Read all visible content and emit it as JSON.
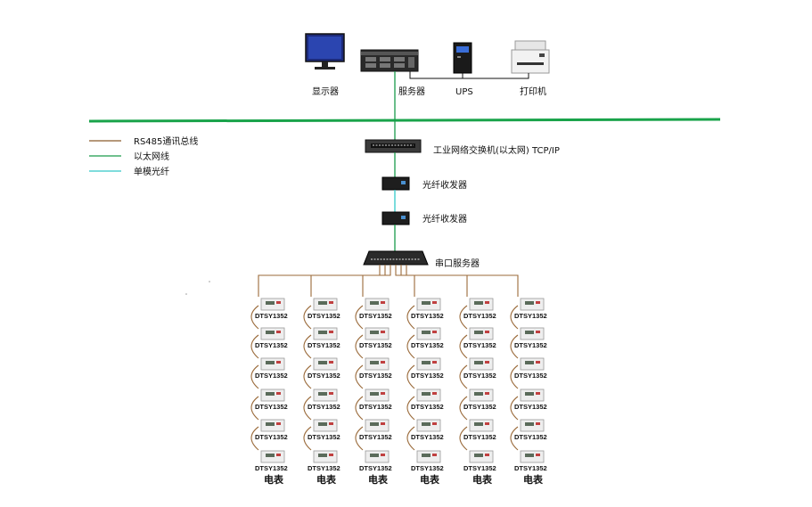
{
  "devices": {
    "monitor": "显示器",
    "server": "服务器",
    "ups": "UPS",
    "printer": "打印机",
    "switch": "工业网络交换机(以太网) TCP/IP",
    "converter1": "光纤收发器",
    "converter2": "光纤收发器",
    "serial_server": "串口服务器"
  },
  "legend": [
    {
      "label": "RS485通讯总线",
      "color": "#8b5a2b"
    },
    {
      "label": "以太网线",
      "color": "#1a9a4a"
    },
    {
      "label": "单模光纤",
      "color": "#33c8c8"
    }
  ],
  "meter_model": "DTSY1352",
  "column_label": "电表",
  "colors": {
    "backbone": "#19a34a",
    "rs485": "#9a6a3a",
    "ethernet": "#1a9a4a",
    "fiber": "#33c8c8"
  }
}
